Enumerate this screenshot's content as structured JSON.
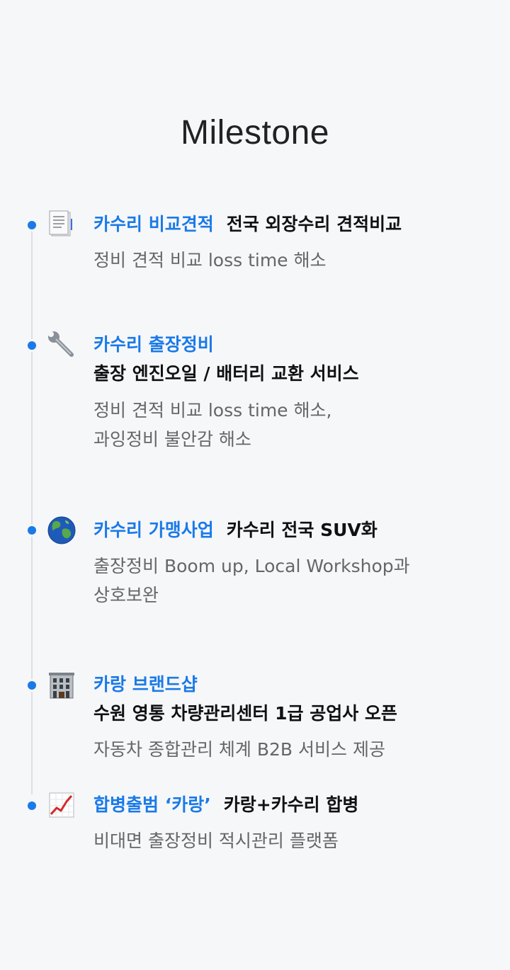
{
  "page": {
    "title": "Milestone"
  },
  "milestones": [
    {
      "icon": "document-icon",
      "brand": "카수리 비교견적",
      "headline": "전국 외장수리 견적비교",
      "desc": [
        "정비 견적 비교 loss time 해소"
      ]
    },
    {
      "icon": "wrench-icon",
      "brand": "카수리 출장정비",
      "headline": "출장 엔진오일 / 배터리 교환 서비스",
      "desc": [
        "정비 견적 비교 loss time 해소,",
        "과잉정비 불안감 해소"
      ]
    },
    {
      "icon": "globe-icon",
      "brand": "카수리 가맹사업",
      "headline": "카수리 전국 SUV화",
      "desc": [
        "출장정비 Boom up, Local Workshop과",
        "상호보완"
      ]
    },
    {
      "icon": "building-icon",
      "brand": "카랑 브랜드샵",
      "headline": "수원 영통 차량관리센터 1급 공업사 오픈",
      "desc": [
        "자동차 종합관리 체계 B2B 서비스 제공"
      ]
    },
    {
      "icon": "chart-increasing-icon",
      "brand": "합병출범 ‘카랑’",
      "headline": "카랑+카수리 합병",
      "desc": [
        "비대면 출장정비 적시관리 플랫폼"
      ]
    }
  ]
}
